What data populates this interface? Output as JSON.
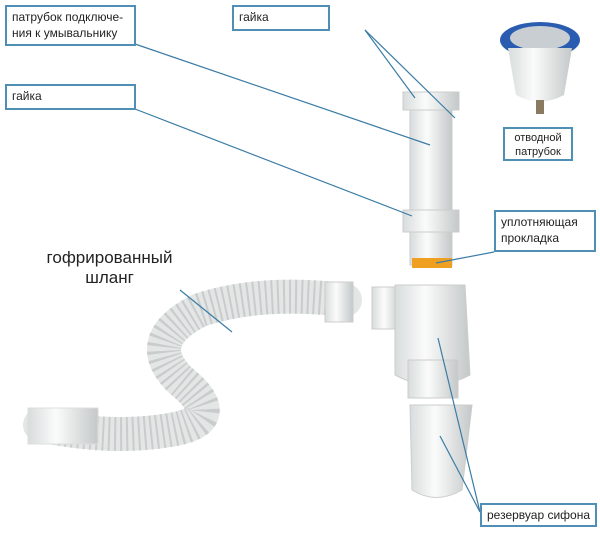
{
  "labels": {
    "inlet_pipe": "патрубок подключе-ния к умывальнику",
    "nut_top": "гайка",
    "nut_left": "гайка",
    "outlet": "отводной патрубок",
    "gasket": "уплотняющая прокладка",
    "hose": "гофрированный шланг",
    "reservoir": "резервуар сифона"
  },
  "colors": {
    "leader": "#3a7ca5",
    "gasket": "#f0a020",
    "plug_ring": "#2a5db0"
  }
}
